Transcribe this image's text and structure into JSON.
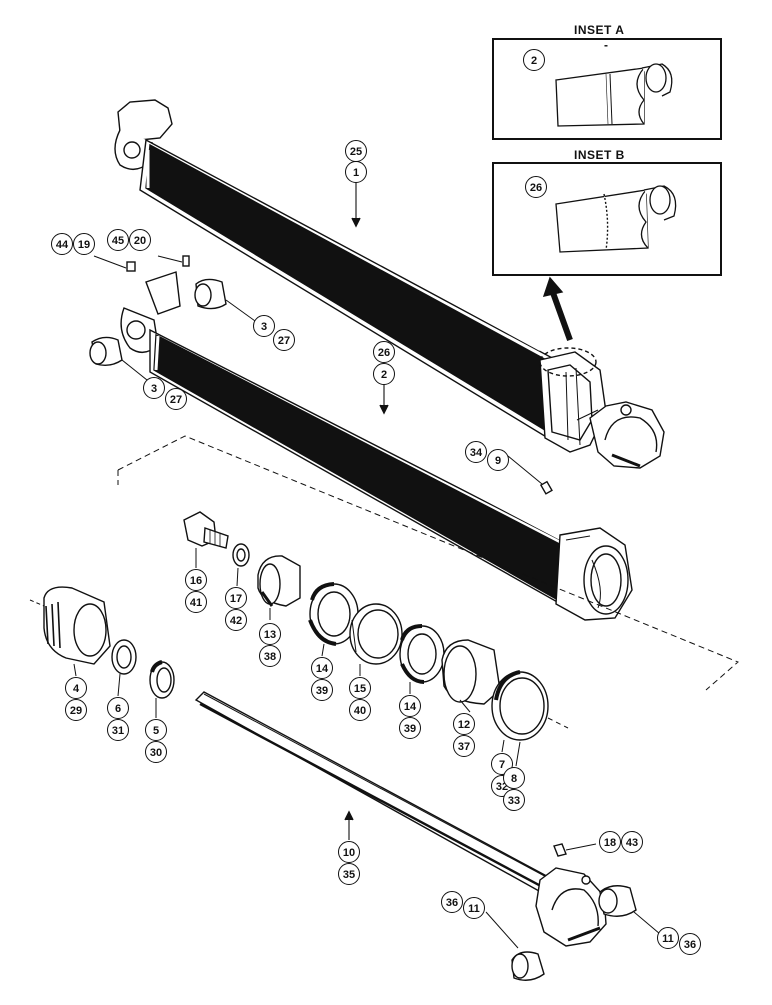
{
  "insets": {
    "a": {
      "title": "INSET A",
      "mark": "-",
      "callout": "2"
    },
    "b": {
      "title": "INSET B",
      "callout": "26"
    }
  },
  "callouts": {
    "c25": "25",
    "c1": "1",
    "c44": "44",
    "c19": "19",
    "c45": "45",
    "c20": "20",
    "c3a": "3",
    "c27a": "27",
    "c3b": "3",
    "c27b": "27",
    "c26": "26",
    "c2": "2",
    "c34": "34",
    "c9": "9",
    "c16": "16",
    "c41": "41",
    "c17": "17",
    "c42": "42",
    "c13": "13",
    "c38": "38",
    "c14a": "14",
    "c39a": "39",
    "c15": "15",
    "c40": "40",
    "c14b": "14",
    "c39b": "39",
    "c12": "12",
    "c37": "37",
    "c7": "7",
    "c32": "32",
    "c8": "8",
    "c33": "33",
    "c4": "4",
    "c29": "29",
    "c6": "6",
    "c31": "31",
    "c5": "5",
    "c30": "30",
    "c10": "10",
    "c35": "35",
    "c18": "18",
    "c43": "43",
    "c36a": "36",
    "c11a": "11",
    "c11b": "11",
    "c36b": "36"
  },
  "colors": {
    "ink": "#111111",
    "paper": "#ffffff"
  }
}
